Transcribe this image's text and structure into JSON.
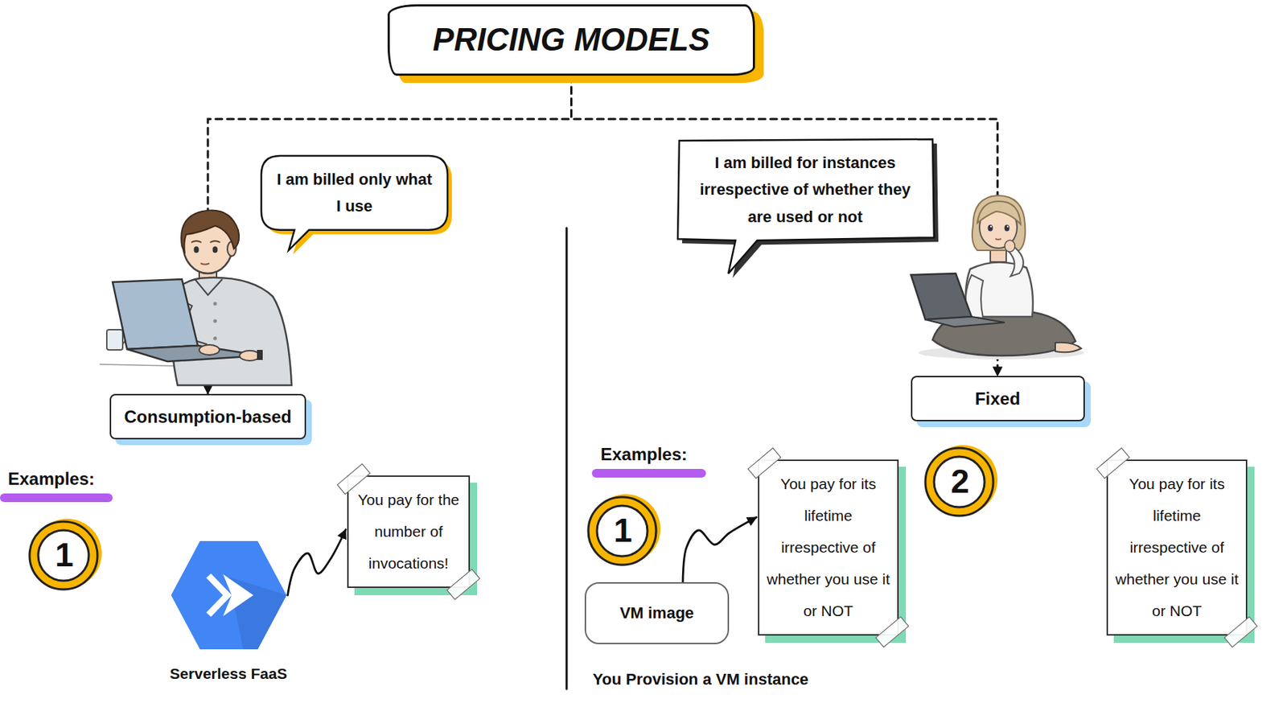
{
  "diagram": {
    "nodes": [
      {
        "text": [
          "PRICING MODELS"
        ]
      },
      {
        "text": [
          "I am billed only what I use"
        ]
      },
      {
        "text": [
          "I am billed for instances irrespective of whether they are used or not"
        ]
      },
      {
        "text": [
          "Consumption-based"
        ]
      },
      {
        "text": [
          "Fixed"
        ]
      },
      {
        "text": [
          "1"
        ]
      },
      {
        "text": [
          "You pay for the number of invocations!"
        ]
      },
      {
        "text": [
          "Serverless FaaS"
        ]
      },
      {
        "text": [
          "1"
        ]
      },
      {
        "text": [
          "You pay for its lifetime irrespective of whether you use it or NOT"
        ]
      },
      {
        "text": [
          "2"
        ]
      },
      {
        "text": [
          "You pay for its lifetime irrespective of whether you use it or NOT"
        ]
      },
      {
        "text": [
          "VM image",
          "You Provision a VM instance"
        ]
      }
    ],
    "edges": [
      {
        "from": 0,
        "to": 3,
        "arrow": "to"
      },
      {
        "from": 0,
        "to": 4,
        "arrow": "to"
      },
      {
        "from": 7,
        "to": 6,
        "arrow": "to"
      },
      {
        "from": 12,
        "to": 9,
        "arrow": "to"
      }
    ],
    "labels": [
      "Examples:",
      "Examples:"
    ]
  }
}
